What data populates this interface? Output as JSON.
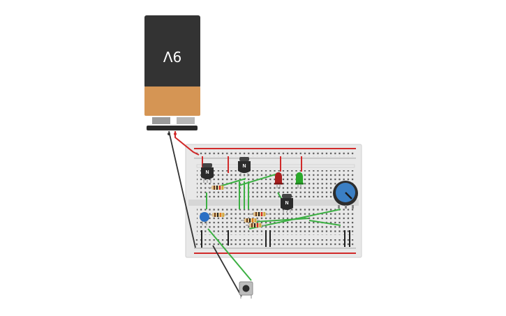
{
  "battery": {
    "label": "9V",
    "body_color": "#333333",
    "band_color": "#d59554"
  },
  "breadboard": {
    "color": "#e6e6e6",
    "rail_red": "#d12a2a",
    "rail_black": "#222222",
    "columns": 30,
    "rows": 10
  },
  "transistors": [
    {
      "id": "q1",
      "label": "N"
    },
    {
      "id": "q2",
      "label": "N"
    },
    {
      "id": "q3",
      "label": "N"
    }
  ],
  "leds": [
    {
      "id": "led-red",
      "color": "#a81e1e"
    },
    {
      "id": "led-green",
      "color": "#2aa82a"
    }
  ],
  "capacitor": {
    "color": "#2a6fc4"
  },
  "potentiometer": {
    "color": "#3b7fc4"
  },
  "button": {
    "name": "pushbutton"
  },
  "wire_colors": {
    "red": "#d12a2a",
    "black": "#333333",
    "green": "#3cb043"
  }
}
